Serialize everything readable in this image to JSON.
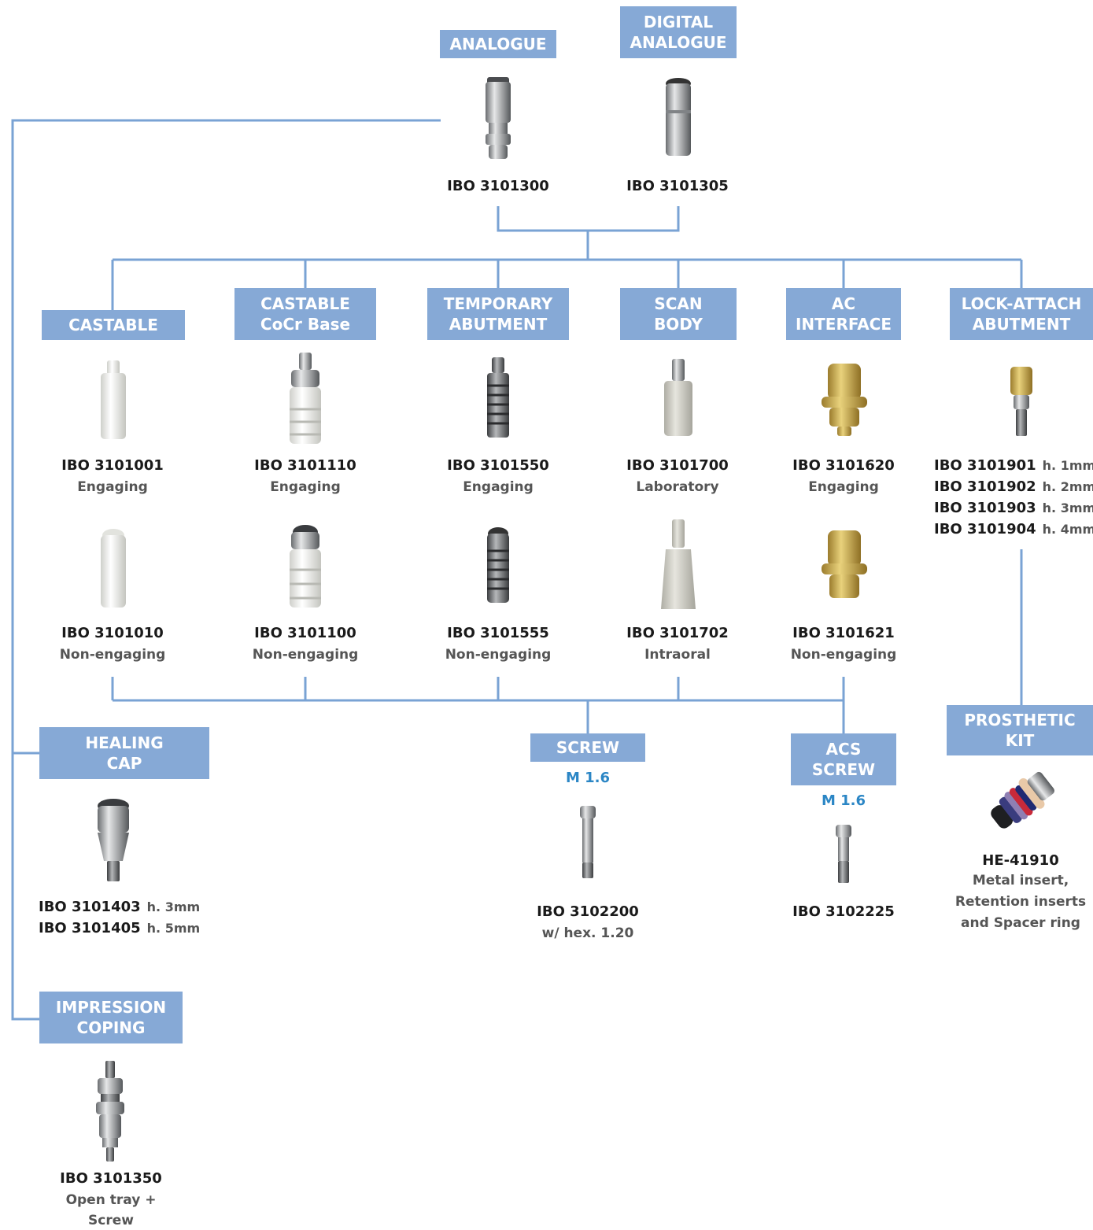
{
  "colors": {
    "header_bg": "#86a9d6",
    "line": "#7aa3d4",
    "spec": "#2b86c5"
  },
  "top": {
    "analogue": {
      "header": [
        "ANALOGUE"
      ],
      "code": "IBO 3101300"
    },
    "digital": {
      "header": [
        "DIGITAL",
        "ANALOGUE"
      ],
      "code": "IBO 3101305"
    }
  },
  "castable": {
    "header": [
      "CASTABLE"
    ],
    "items": [
      {
        "code": "IBO 3101001",
        "label": "Engaging"
      },
      {
        "code": "IBO 3101010",
        "label": "Non-engaging"
      }
    ]
  },
  "castable_cocr": {
    "header": [
      "CASTABLE",
      "CoCr Base"
    ],
    "items": [
      {
        "code": "IBO 3101110",
        "label": "Engaging"
      },
      {
        "code": "IBO 3101100",
        "label": "Non-engaging"
      }
    ]
  },
  "temporary": {
    "header": [
      "TEMPORARY",
      "ABUTMENT"
    ],
    "items": [
      {
        "code": "IBO 3101550",
        "label": "Engaging"
      },
      {
        "code": "IBO 3101555",
        "label": "Non-engaging"
      }
    ]
  },
  "scanbody": {
    "header": [
      "SCAN",
      "BODY"
    ],
    "items": [
      {
        "code": "IBO 3101700",
        "label": "Laboratory"
      },
      {
        "code": "IBO 3101702",
        "label": "Intraoral"
      }
    ]
  },
  "ac": {
    "header": [
      "AC",
      "INTERFACE"
    ],
    "items": [
      {
        "code": "IBO 3101620",
        "label": "Engaging"
      },
      {
        "code": "IBO 3101621",
        "label": "Non-engaging"
      }
    ]
  },
  "lock": {
    "header": [
      "LOCK-ATTACH",
      "ABUTMENT"
    ],
    "items": [
      {
        "code": "IBO 3101901",
        "h": "h. 1mm"
      },
      {
        "code": "IBO 3101902",
        "h": "h. 2mm"
      },
      {
        "code": "IBO 3101903",
        "h": "h. 3mm"
      },
      {
        "code": "IBO 3101904",
        "h": "h. 4mm"
      }
    ]
  },
  "healing": {
    "header": [
      "HEALING",
      "CAP"
    ],
    "items": [
      {
        "code": "IBO 3101403",
        "h": "h. 3mm"
      },
      {
        "code": "IBO 3101405",
        "h": "h. 5mm"
      }
    ]
  },
  "impression": {
    "header": [
      "IMPRESSION",
      "COPING"
    ],
    "code": "IBO 3101350",
    "lines": [
      "Open tray +",
      "Screw"
    ]
  },
  "screw": {
    "header": [
      "SCREW"
    ],
    "spec": "M 1.6",
    "code": "IBO 3102200",
    "label": "w/ hex. 1.20"
  },
  "acs": {
    "header": [
      "ACS",
      "SCREW"
    ],
    "spec": "M 1.6",
    "code": "IBO 3102225"
  },
  "kit": {
    "header": [
      "PROSTHETIC",
      "KIT"
    ],
    "code": "HE-41910",
    "lines": [
      "Metal insert,",
      "Retention inserts",
      "and Spacer ring"
    ]
  }
}
